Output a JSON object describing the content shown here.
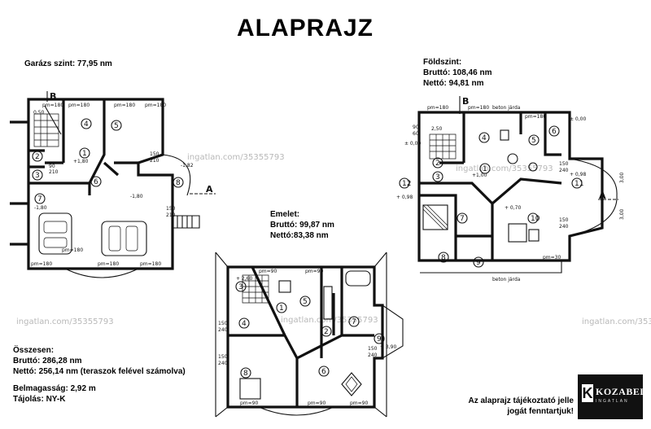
{
  "title": "ALAPRAJZ",
  "garage": {
    "label": "Garázs szint: 77,95 nm"
  },
  "ground": {
    "heading": "Földszint:",
    "gross": "Bruttó: 108,46 nm",
    "net": "Nettó: 94,81 nm"
  },
  "upper": {
    "heading": "Emelet:",
    "gross": "Bruttó: 99,87 nm",
    "net": "Nettó:83,38 nm"
  },
  "summary": {
    "heading": "Összesen:",
    "gross": "Bruttó: 286,28 nm",
    "net": "Nettó: 256,14 nm (teraszok felével számolva)",
    "height": "Belmagasság: 2,92 m",
    "orientation": "Tájolás: NY-K"
  },
  "disclaimer": {
    "line1": "Az alaprajz tájékoztató jelle",
    "line2": "jogát fenntartjuk!"
  },
  "logo": {
    "name": "KOZABEL",
    "tagline": "INGATLAN",
    "letter": "K"
  },
  "watermark": "ingatlan.com/35355793",
  "plan_labels": {
    "room_numbers": [
      "1",
      "2",
      "3",
      "4",
      "5",
      "6",
      "7",
      "8",
      "9",
      "10",
      "11",
      "12"
    ],
    "section_a": "A",
    "section_b": "B",
    "pm180": "pm=180",
    "pm90": "pm=90",
    "pm30": "pm=30",
    "beton_jarda": "beton járda",
    "level_minus_180": "-1,80",
    "level_plus_180": "+1,80",
    "level_minus_182": "-1,82",
    "level_plus_100": "+1,00",
    "level_plus_098": "+ 0,98",
    "level_000": "± 0,00",
    "level_plus_070": "+ 0,70",
    "level_plus_260": "+ 2,60",
    "level_plus_390": "+ 3,90",
    "level_250": "2,50",
    "level_050": "0,50",
    "dim_150": "150",
    "dim_210": "210",
    "dim_240": "240",
    "dim_90": "90",
    "dim_60": "60",
    "dim_300": "3,00"
  }
}
